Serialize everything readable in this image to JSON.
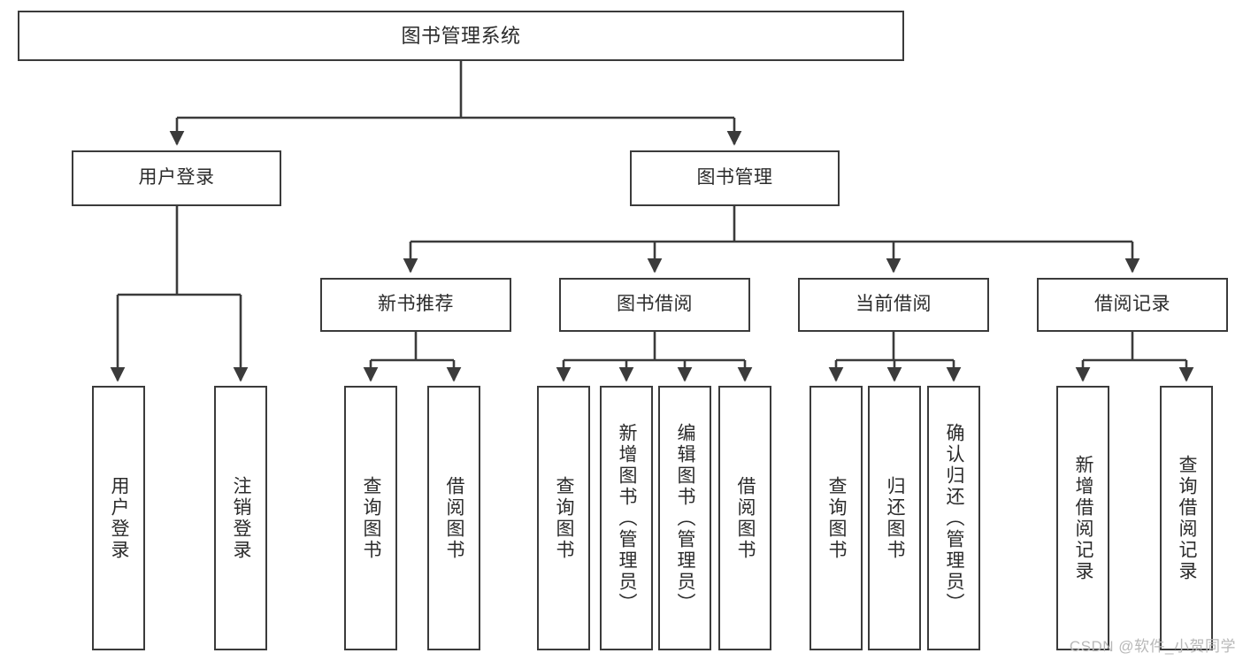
{
  "diagram": {
    "title": "图书管理系统",
    "type": "tree-hierarchy",
    "watermark": "CSDN @软件_小贺同学",
    "colors": {
      "background": "#ffffff",
      "box_border": "#3b3b3b",
      "box_fill": "#ffffff",
      "text": "#2b2b2b",
      "connector": "#3b3b3b",
      "watermark": "#b8b8b8"
    },
    "nodes": {
      "root": {
        "label": "图书管理系统"
      },
      "level1": [
        {
          "id": "user-login",
          "label": "用户登录"
        },
        {
          "id": "book-management",
          "label": "图书管理"
        }
      ],
      "level2": [
        {
          "id": "new-book-recommend",
          "label": "新书推荐"
        },
        {
          "id": "book-borrow",
          "label": "图书借阅"
        },
        {
          "id": "current-borrow",
          "label": "当前借阅"
        },
        {
          "id": "borrow-record",
          "label": "借阅记录"
        }
      ],
      "leaves": {
        "user-login": [
          {
            "id": "leaf-user-login",
            "label": "用户登录"
          },
          {
            "id": "leaf-logout",
            "label": "注销登录"
          }
        ],
        "new-book-recommend": [
          {
            "id": "leaf-query-book-1",
            "label": "查询图书"
          },
          {
            "id": "leaf-borrow-book-1",
            "label": "借阅图书"
          }
        ],
        "book-borrow": [
          {
            "id": "leaf-query-book-2",
            "label": "查询图书"
          },
          {
            "id": "leaf-add-book",
            "label": "新增图书（管理员）"
          },
          {
            "id": "leaf-edit-book",
            "label": "编辑图书（管理员）"
          },
          {
            "id": "leaf-borrow-book-2",
            "label": "借阅图书"
          }
        ],
        "current-borrow": [
          {
            "id": "leaf-query-book-3",
            "label": "查询图书"
          },
          {
            "id": "leaf-return-book",
            "label": "归还图书"
          },
          {
            "id": "leaf-confirm-return",
            "label": "确认归还（管理员）"
          }
        ],
        "borrow-record": [
          {
            "id": "leaf-add-record",
            "label": "新增借阅记录"
          },
          {
            "id": "leaf-query-record",
            "label": "查询借阅记录"
          }
        ]
      }
    }
  }
}
